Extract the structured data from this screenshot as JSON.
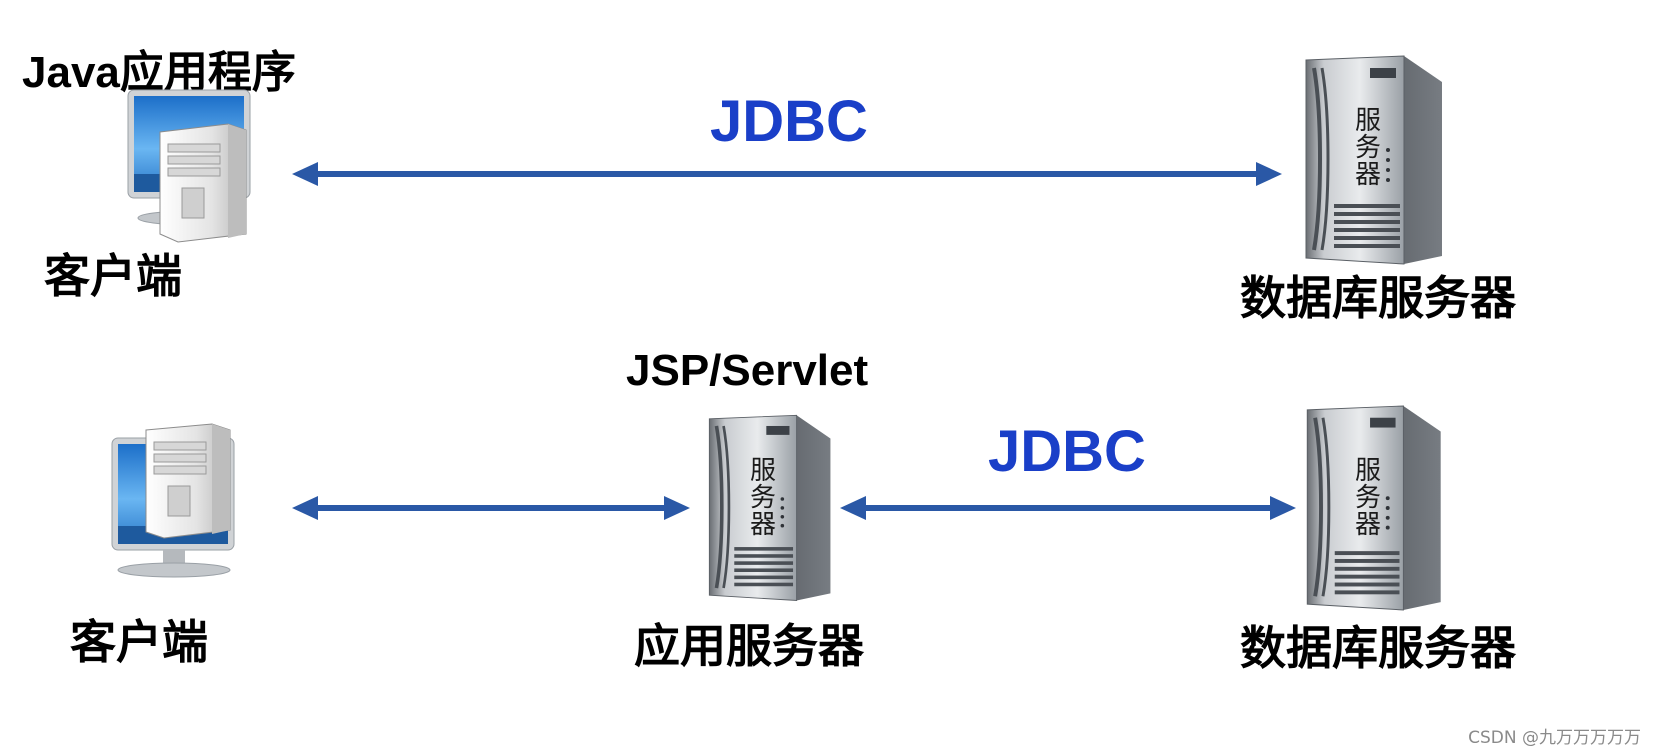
{
  "top": {
    "client_title": "Java应用程序",
    "client_label": "客户端",
    "protocol": "JDBC",
    "db_label": "数据库服务器",
    "server_glyphs": [
      "服",
      "务",
      "器"
    ]
  },
  "bottom": {
    "client_label": "客户端",
    "app_title": "JSP/Servlet",
    "app_label": "应用服务器",
    "protocol": "JDBC",
    "db_label": "数据库服务器",
    "server_glyphs": [
      "服",
      "务",
      "器"
    ]
  },
  "watermark": "CSDN @九万万万万万",
  "colors": {
    "arrow": "#2a58a6",
    "protocol": "#1a3fc8"
  },
  "icons": {
    "client": "desktop-computer-icon",
    "server": "tower-server-icon"
  }
}
